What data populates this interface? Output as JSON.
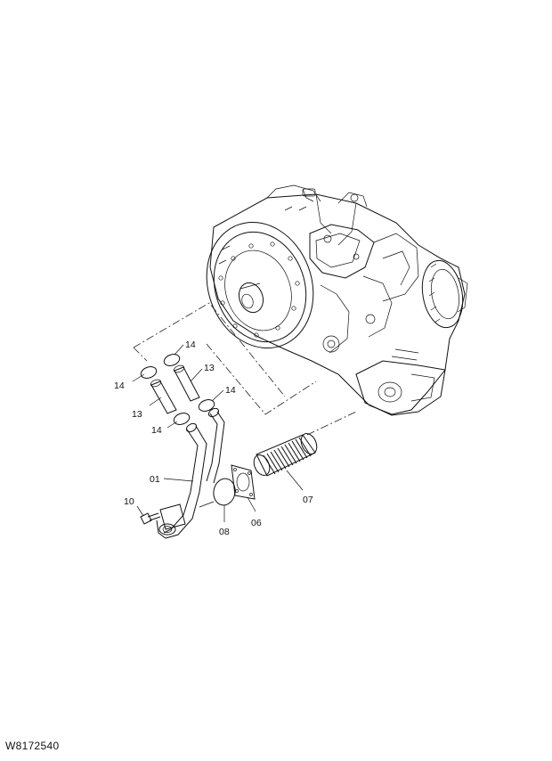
{
  "drawing_id": "W8172540",
  "callouts": {
    "p01": "01",
    "p06": "06",
    "p07": "07",
    "p08": "08",
    "p10": "10",
    "p13a": "13",
    "p13b": "13",
    "p14a": "14",
    "p14b": "14",
    "p14c": "14",
    "p14d": "14"
  }
}
